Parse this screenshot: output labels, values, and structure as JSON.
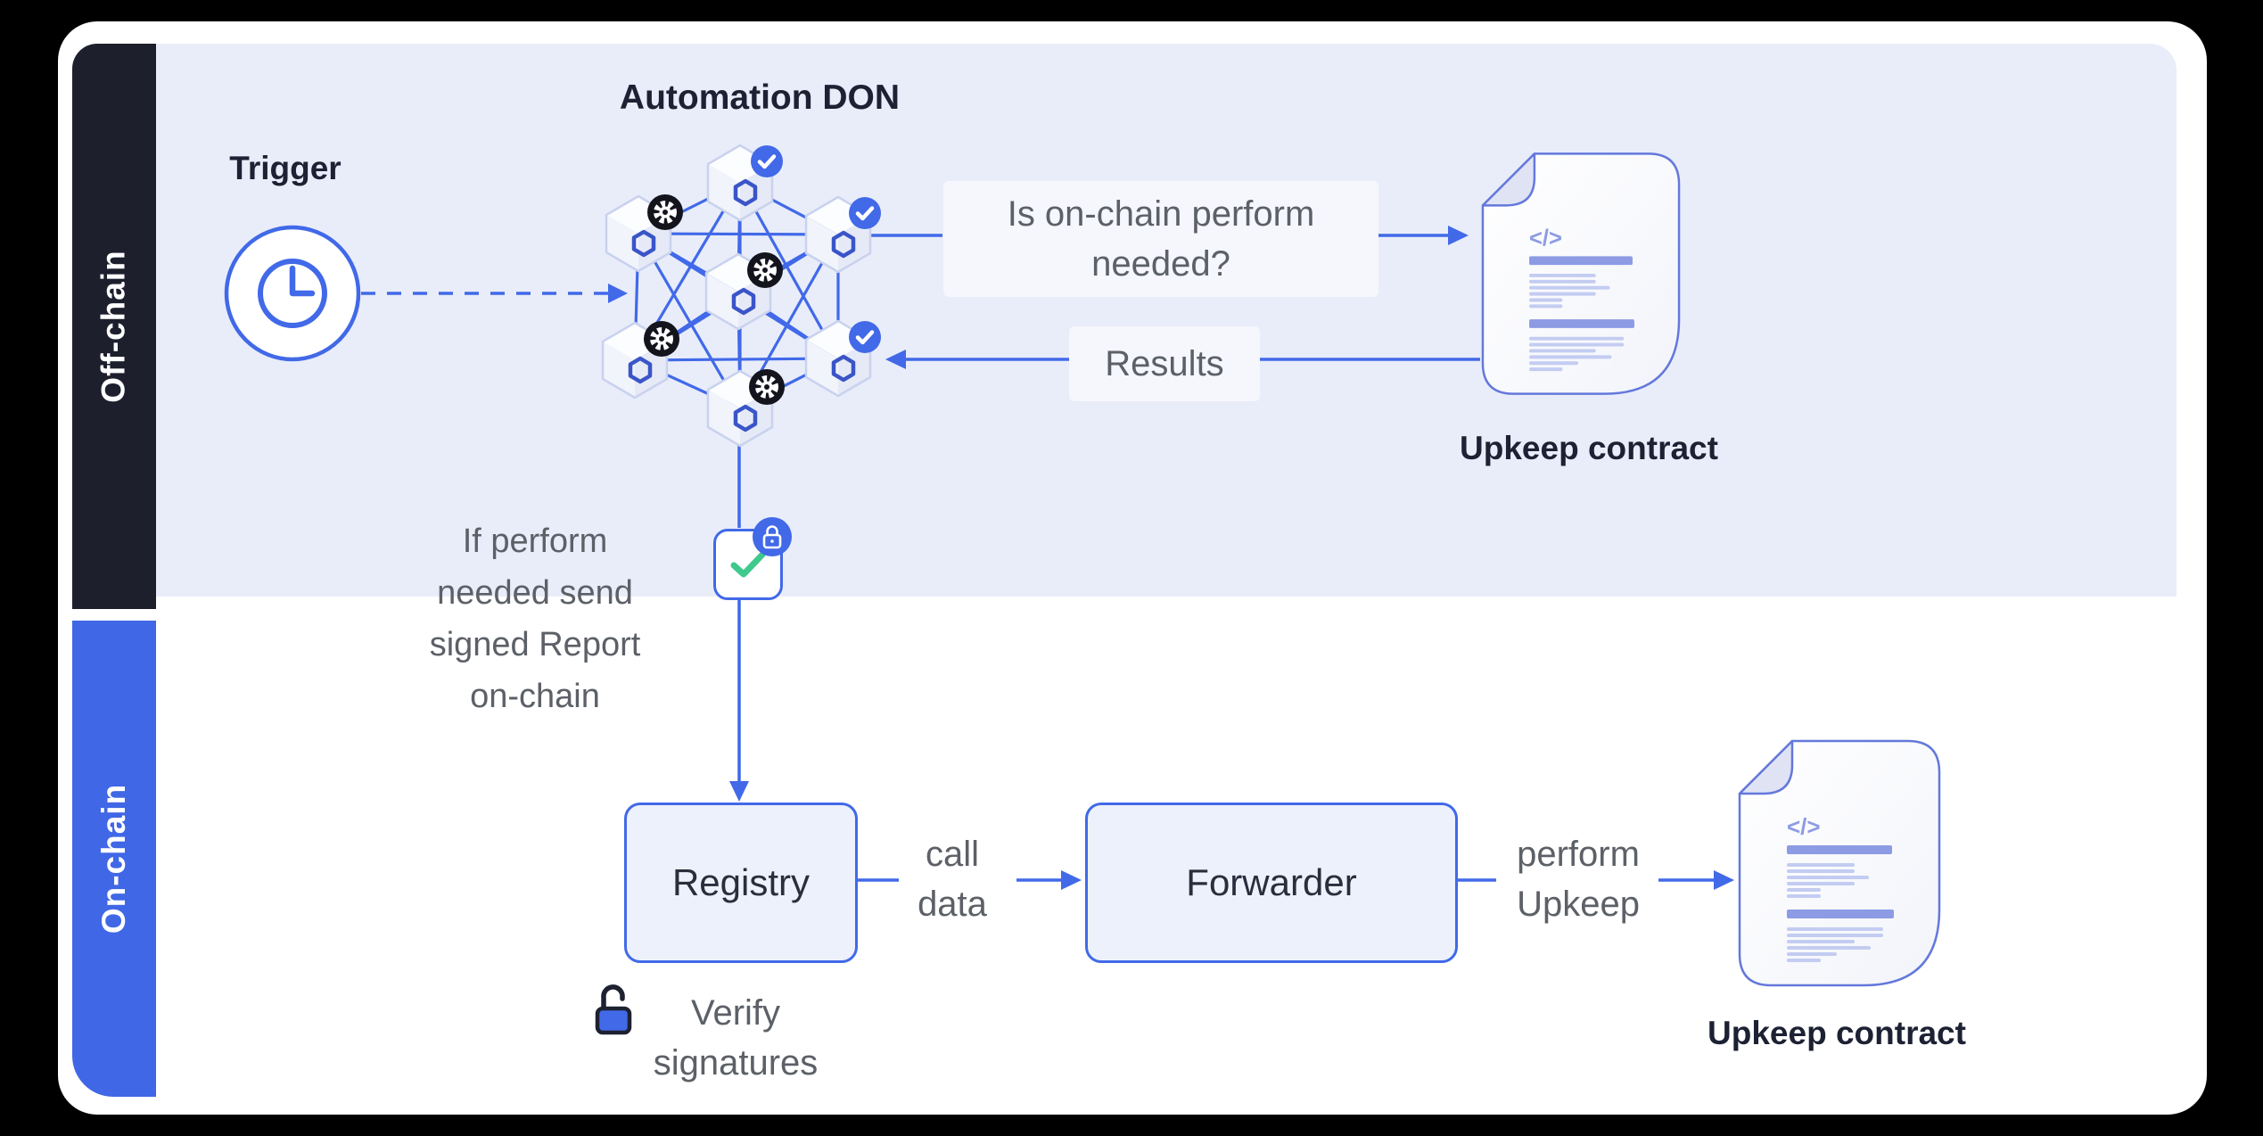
{
  "colors": {
    "accent_blue": "#4169E8",
    "sidebar_dark": "#1D1F2D",
    "sidebar_blue": "#4067E6",
    "offchain_bg": "#E9EDFA",
    "box_fill": "#EDF1FC",
    "heading_text": "#1C2133",
    "gray_text": "#5C6067",
    "check_green": "#3FC98C",
    "doc_border": "#6478DB"
  },
  "sidebar": {
    "off_chain": "Off-chain",
    "on_chain": "On-chain"
  },
  "offchain": {
    "trigger_label": "Trigger",
    "don_title": "Automation DON",
    "question_lines": [
      "Is on-chain perform",
      "needed?"
    ],
    "results_label": "Results",
    "upkeep_contract_label": "Upkeep contract",
    "report_note_lines": [
      "If perform",
      "needed send",
      "signed Report",
      "on-chain"
    ]
  },
  "onchain": {
    "registry_label": "Registry",
    "forwarder_label": "Forwarder",
    "call_data_lines": [
      "call",
      "data"
    ],
    "perform_upkeep_lines": [
      "perform",
      "Upkeep"
    ],
    "verify_lines": [
      "Verify",
      "signatures"
    ],
    "upkeep_contract_label": "Upkeep contract"
  },
  "doc_icon": {
    "code_glyph": "</>"
  },
  "icons": {
    "trigger": "clock-icon",
    "don_node_ok": "check-badge-icon",
    "don_node_work": "gear-badge-icon",
    "report": "lock-badge-icon",
    "verify": "open-padlock-icon",
    "contract": "document-code-icon"
  }
}
